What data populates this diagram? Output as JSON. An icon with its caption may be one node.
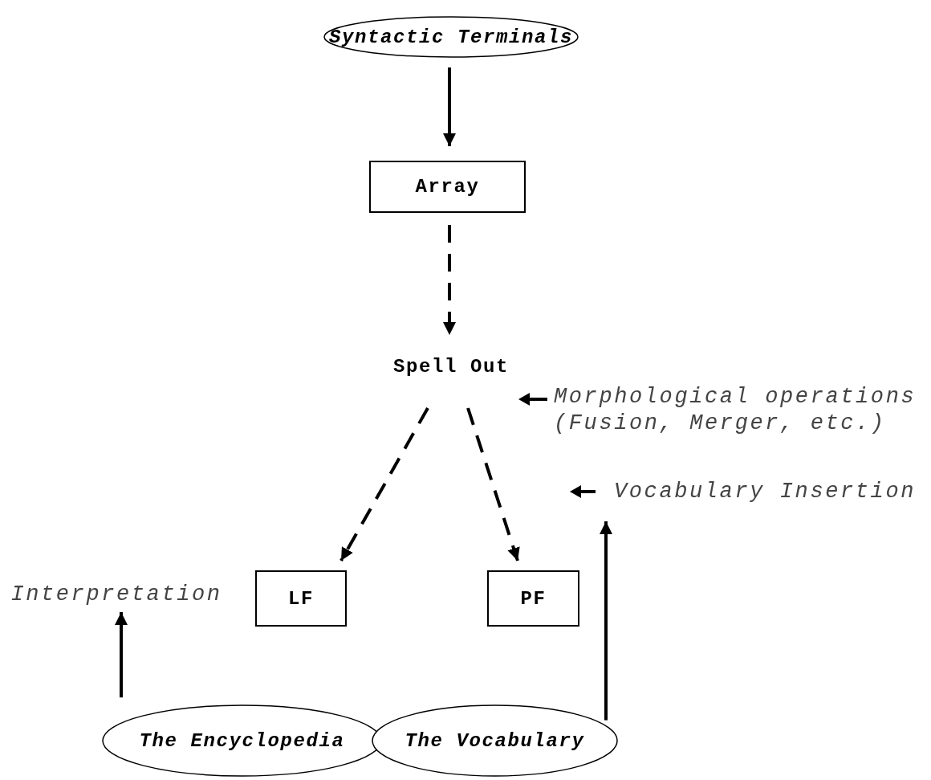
{
  "diagram": {
    "nodes": [
      {
        "text": [
          "Syntactic Terminals"
        ]
      },
      {
        "text": [
          "Array"
        ]
      },
      {
        "text": [
          "Spell Out"
        ]
      },
      {
        "text": [
          "Morphological operations (Fusion, Merger, etc.)"
        ]
      },
      {
        "text": [
          "Vocabulary Insertion"
        ]
      },
      {
        "text": [
          "Interpretation"
        ]
      },
      {
        "text": [
          "LF"
        ]
      },
      {
        "text": [
          "PF"
        ]
      },
      {
        "text": [
          "The Encyclopedia"
        ]
      },
      {
        "text": [
          "The Vocabulary"
        ]
      }
    ],
    "edges": [
      {
        "from": 0,
        "to": 1,
        "arrow": "to"
      },
      {
        "from": 1,
        "to": 2,
        "arrow": "to",
        "style": "dashed"
      },
      {
        "from": 2,
        "to": 6,
        "arrow": "to",
        "style": "dashed"
      },
      {
        "from": 2,
        "to": 7,
        "arrow": "to",
        "style": "dashed"
      },
      {
        "from": 8,
        "to": 5,
        "arrow": "to"
      },
      {
        "from": 9,
        "to": 4,
        "arrow": "to"
      }
    ]
  }
}
